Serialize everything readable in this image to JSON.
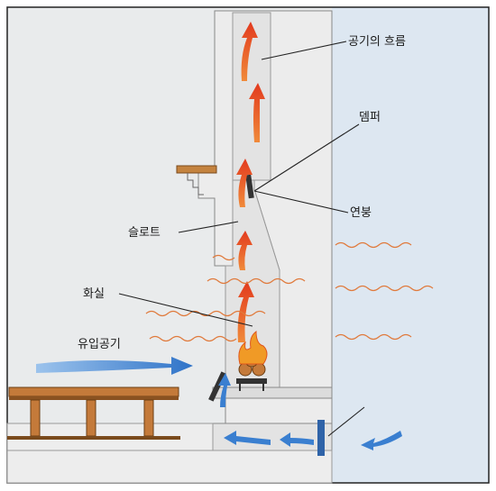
{
  "labels": {
    "airflow": "공기의 흐름",
    "damper": "뎀퍼",
    "flue": "연붕",
    "throat": "슬로트",
    "firebox": "화실",
    "intake_air": "유입공기"
  },
  "colors": {
    "inner_wall": "#e4e4e2",
    "room_wall": "#eceeef",
    "exterior": "#dfe8f2",
    "flow_arrow": "#e8502a",
    "intake_arrow": "#3a7fd0",
    "heat_wave": "#e07a3c",
    "wood": "#c47a3a",
    "damper": "#333333"
  },
  "icons": [
    "flame-icon",
    "log-pile-icon",
    "damper-plate-icon",
    "intake-vent-icon"
  ]
}
